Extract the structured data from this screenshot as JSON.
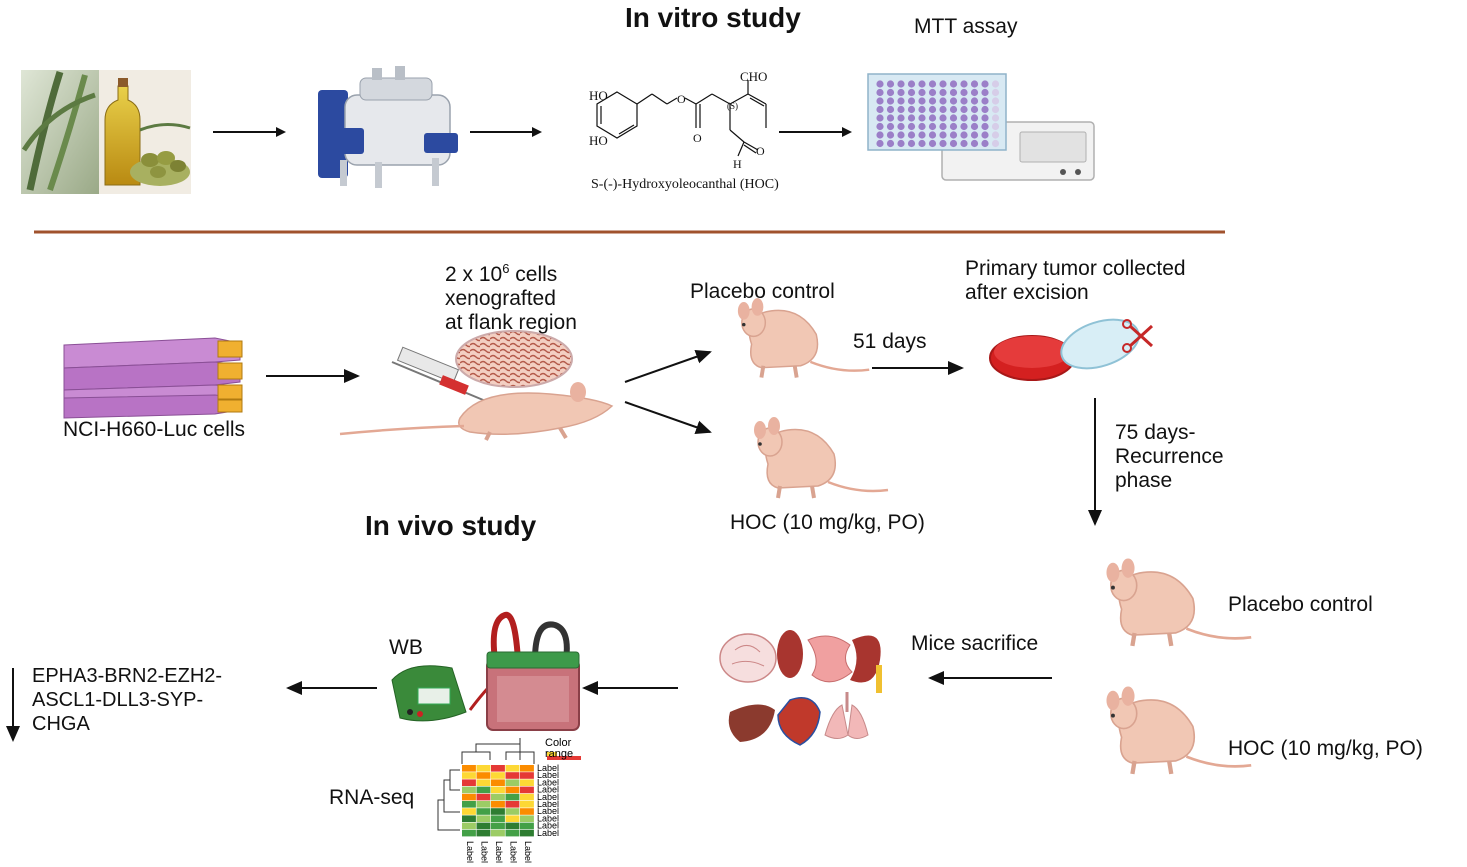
{
  "invitro": {
    "title": "In vitro study",
    "mtt_label": "MTT assay",
    "compound": {
      "name": "S-(-)-Hydroxyoleocanthal (HOC)",
      "atoms": {
        "ho1": "HO",
        "ho2": "HO",
        "cho": "CHO",
        "o_ester": "O",
        "o_carbonyl": "O",
        "stereo": "(S)",
        "h": "H",
        "o_aldehyde": "O"
      }
    }
  },
  "invivo": {
    "title": "In vivo study",
    "cells_label": "NCI-H660-Luc cells",
    "xenograft_label_lines": [
      "2 x 10",
      "6",
      " cells",
      "xenografted",
      "at flank region"
    ],
    "placebo_label": "Placebo control",
    "hoc_label": "HOC (10 mg/kg, PO)",
    "days_label": "51 days",
    "tumor_label_lines": [
      "Primary tumor collected",
      "after  excision"
    ],
    "recurrence_label_lines": [
      "75 days-",
      "Recurrence",
      "phase"
    ],
    "placebo_label_2": "Placebo control",
    "hoc_label_2": "HOC (10 mg/kg, PO)",
    "sacrifice_label": "Mice sacrifice",
    "wb_label": "WB",
    "rnaseq_label": "RNA-seq",
    "markers_lines": [
      "EPHA3-BRN2-EZH2-",
      "ASCL1-DLL3-SYP-",
      "CHGA"
    ],
    "heatmap": {
      "color_range_lines": [
        "Color",
        "range"
      ],
      "row_labels": [
        "Label",
        "Label",
        "Label",
        "Label",
        "Label",
        "Label",
        "Label",
        "Label",
        "Label",
        "Label"
      ],
      "col_labels": [
        "Label",
        "Label",
        "Label",
        "Label",
        "Label"
      ]
    }
  },
  "colors": {
    "divider": "#a0522d",
    "mouse": "#f1c7b4",
    "flask": "#c98bd3",
    "petri": "#d42020",
    "arrow": "#111111"
  }
}
